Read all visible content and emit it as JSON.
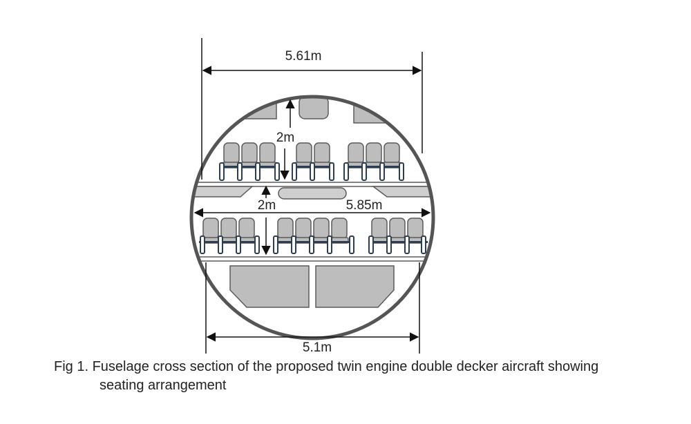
{
  "dimensions": {
    "top_width": "5.61m",
    "upper_deck_height": "2m",
    "lower_deck_height": "2m",
    "lower_deck_width": "5.85m",
    "bottom_width": "5.1m"
  },
  "caption": {
    "line1": "Fig 1. Fuselage cross section of the proposed twin engine double decker aircraft showing",
    "line2": "seating arrangement"
  },
  "colors": {
    "outline": "#555555",
    "seat_fill": "#bdbdbd",
    "seat_stroke": "#5a5a5a",
    "armrest": "#2c3e50",
    "floor_fill": "#cfcfcf",
    "dim_line": "#111111"
  }
}
